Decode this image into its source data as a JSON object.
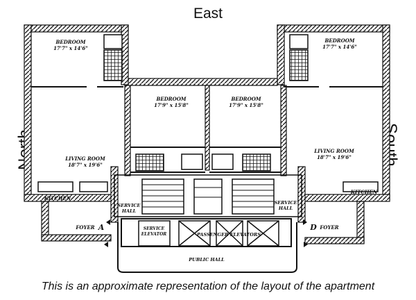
{
  "orientation": {
    "east": "East",
    "north": "North",
    "south": "South"
  },
  "rooms": {
    "bedroom_north": {
      "name": "BEDROOM",
      "size": "17'7\" x 14'6\""
    },
    "bedroom_south": {
      "name": "BEDROOM",
      "size": "17'7\" x 14'6\""
    },
    "bedroom_center_left": {
      "name": "BEDROOM",
      "size": "17'9\" x 15'8\""
    },
    "bedroom_center_right": {
      "name": "BEDROOM",
      "size": "17'9\" x 15'8\""
    },
    "living_north": {
      "name": "LIVING ROOM",
      "size": "18'7\" x 19'6\""
    },
    "living_south": {
      "name": "LIVING ROOM",
      "size": "18'7\" x 19'6\""
    },
    "kitchen_north": "KITCHEN",
    "kitchen_south": "KITCHEN",
    "service_hall_left": [
      "SERVICE",
      "HALL"
    ],
    "service_hall_right": [
      "SERVICE",
      "HALL"
    ],
    "service_elevator": [
      "SERVICE",
      "ELEVATOR"
    ],
    "passenger_elevators": "PASSENGER ELEVATORS",
    "public_hall": "PUBLIC HALL",
    "foyer_a": {
      "label": "FOYER",
      "letter": "A"
    },
    "foyer_d": {
      "label": "FOYER",
      "letter": "D"
    }
  },
  "caption": "This is an approximate representation of the layout of the apartment"
}
